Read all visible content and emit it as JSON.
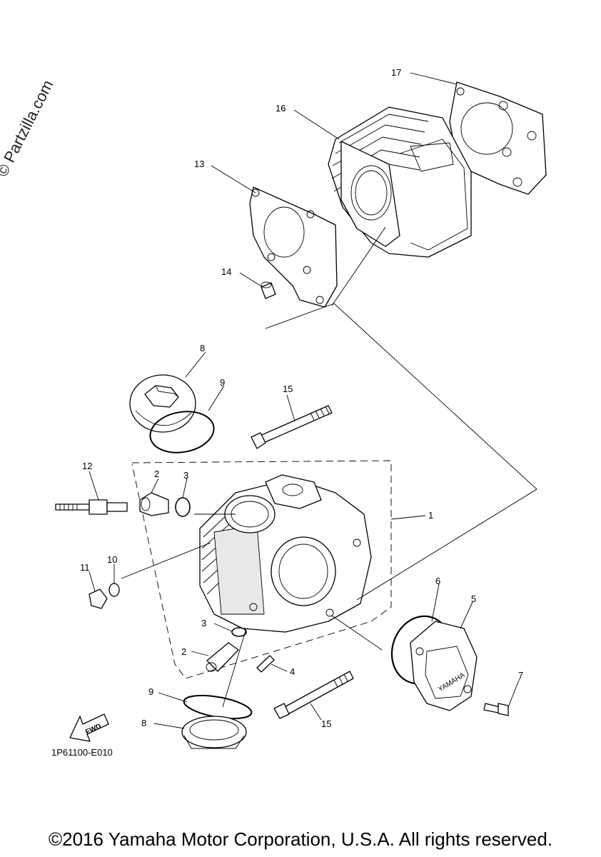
{
  "watermark": "© Partzilla.com",
  "diagram_code": "1P61100-E010",
  "copyright": "©2016 Yamaha Motor Corporation, U.S.A. All rights reserved.",
  "fwd_label": "FWD",
  "cover_brand": "YAMAHA",
  "callouts": {
    "c1": "1",
    "c2a": "2",
    "c2b": "2",
    "c3a": "3",
    "c3b": "3",
    "c4": "4",
    "c5": "5",
    "c6": "6",
    "c7": "7",
    "c8a": "8",
    "c8b": "8",
    "c9a": "9",
    "c9b": "9",
    "c10": "10",
    "c11": "11",
    "c12": "12",
    "c13": "13",
    "c14": "14",
    "c15a": "15",
    "c15b": "15",
    "c16": "16",
    "c17": "17"
  }
}
